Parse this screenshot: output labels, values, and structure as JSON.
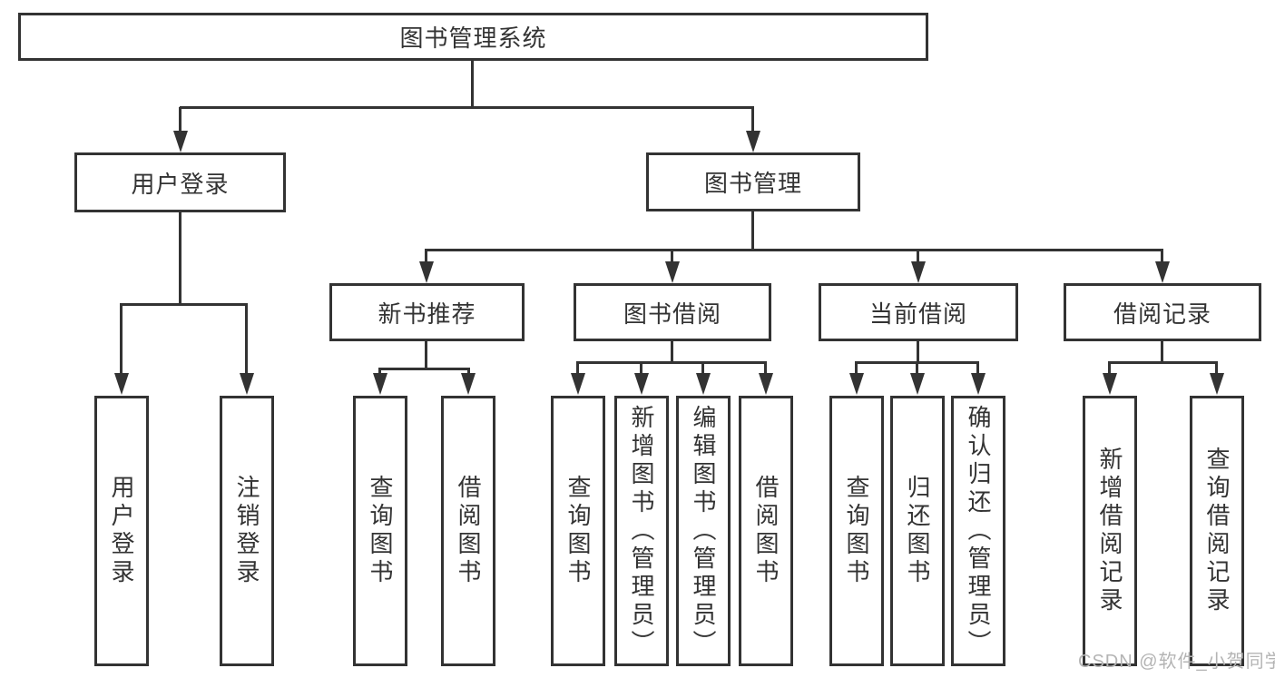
{
  "colors": {
    "line": "#333333",
    "text": "#333333",
    "bg": "#ffffff",
    "watermark": "#b4b4b4"
  },
  "watermark": {
    "text": "CSDN @软件_小贺同学"
  },
  "diagram": {
    "type": "hierarchy-tree",
    "root": {
      "label": "图书管理系统"
    },
    "level1": [
      {
        "label": "用户登录",
        "parent": "图书管理系统"
      },
      {
        "label": "图书管理",
        "parent": "图书管理系统"
      }
    ],
    "level2": [
      {
        "label": "新书推荐",
        "parent": "图书管理"
      },
      {
        "label": "图书借阅",
        "parent": "图书管理"
      },
      {
        "label": "当前借阅",
        "parent": "图书管理"
      },
      {
        "label": "借阅记录",
        "parent": "图书管理"
      }
    ],
    "leaves": [
      {
        "label": "用户登录",
        "parent": "用户登录"
      },
      {
        "label": "注销登录",
        "parent": "用户登录"
      },
      {
        "label": "查询图书",
        "parent": "新书推荐"
      },
      {
        "label": "借阅图书",
        "parent": "新书推荐"
      },
      {
        "label": "查询图书",
        "parent": "图书借阅"
      },
      {
        "label": "新增图书（管理员）",
        "parent": "图书借阅"
      },
      {
        "label": "编辑图书（管理员）",
        "parent": "图书借阅"
      },
      {
        "label": "借阅图书",
        "parent": "图书借阅"
      },
      {
        "label": "查询图书",
        "parent": "当前借阅"
      },
      {
        "label": "归还图书",
        "parent": "当前借阅"
      },
      {
        "label": "确认归还（管理员）",
        "parent": "当前借阅"
      },
      {
        "label": "新增借阅记录",
        "parent": "借阅记录"
      },
      {
        "label": "查询借阅记录",
        "parent": "借阅记录"
      }
    ]
  }
}
